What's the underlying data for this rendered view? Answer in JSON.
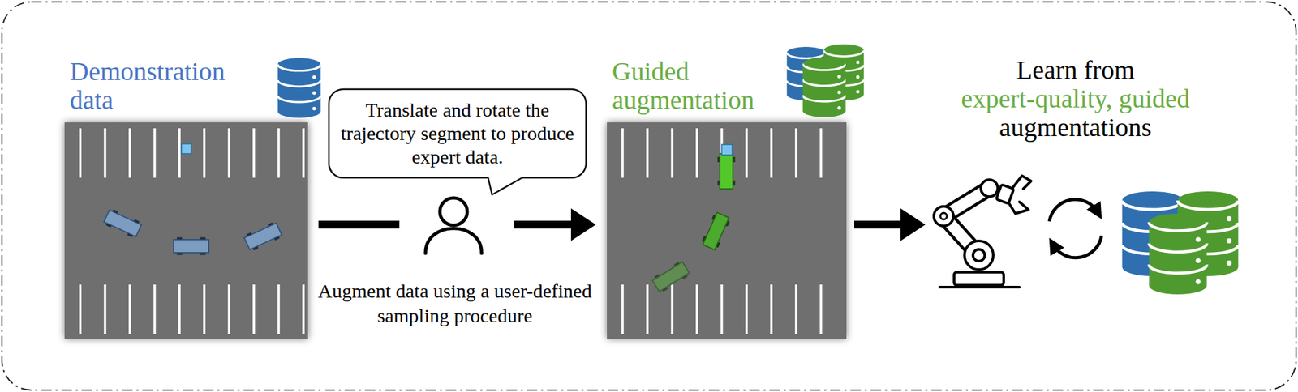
{
  "diagram": {
    "nodes": [
      {
        "text": [
          "Demonstration data"
        ]
      },
      {
        "text": [
          "Translate and rotate the trajectory segment to produce expert data."
        ]
      },
      {
        "text": [
          "Guided augmentation"
        ]
      }
    ],
    "edges": [
      {
        "from": 0,
        "to": 2,
        "arrow": "to"
      }
    ],
    "labels": [
      "Augment data using a user-defined sampling procedure",
      "Learn from",
      "expert-quality, guided",
      "augmentations"
    ]
  }
}
